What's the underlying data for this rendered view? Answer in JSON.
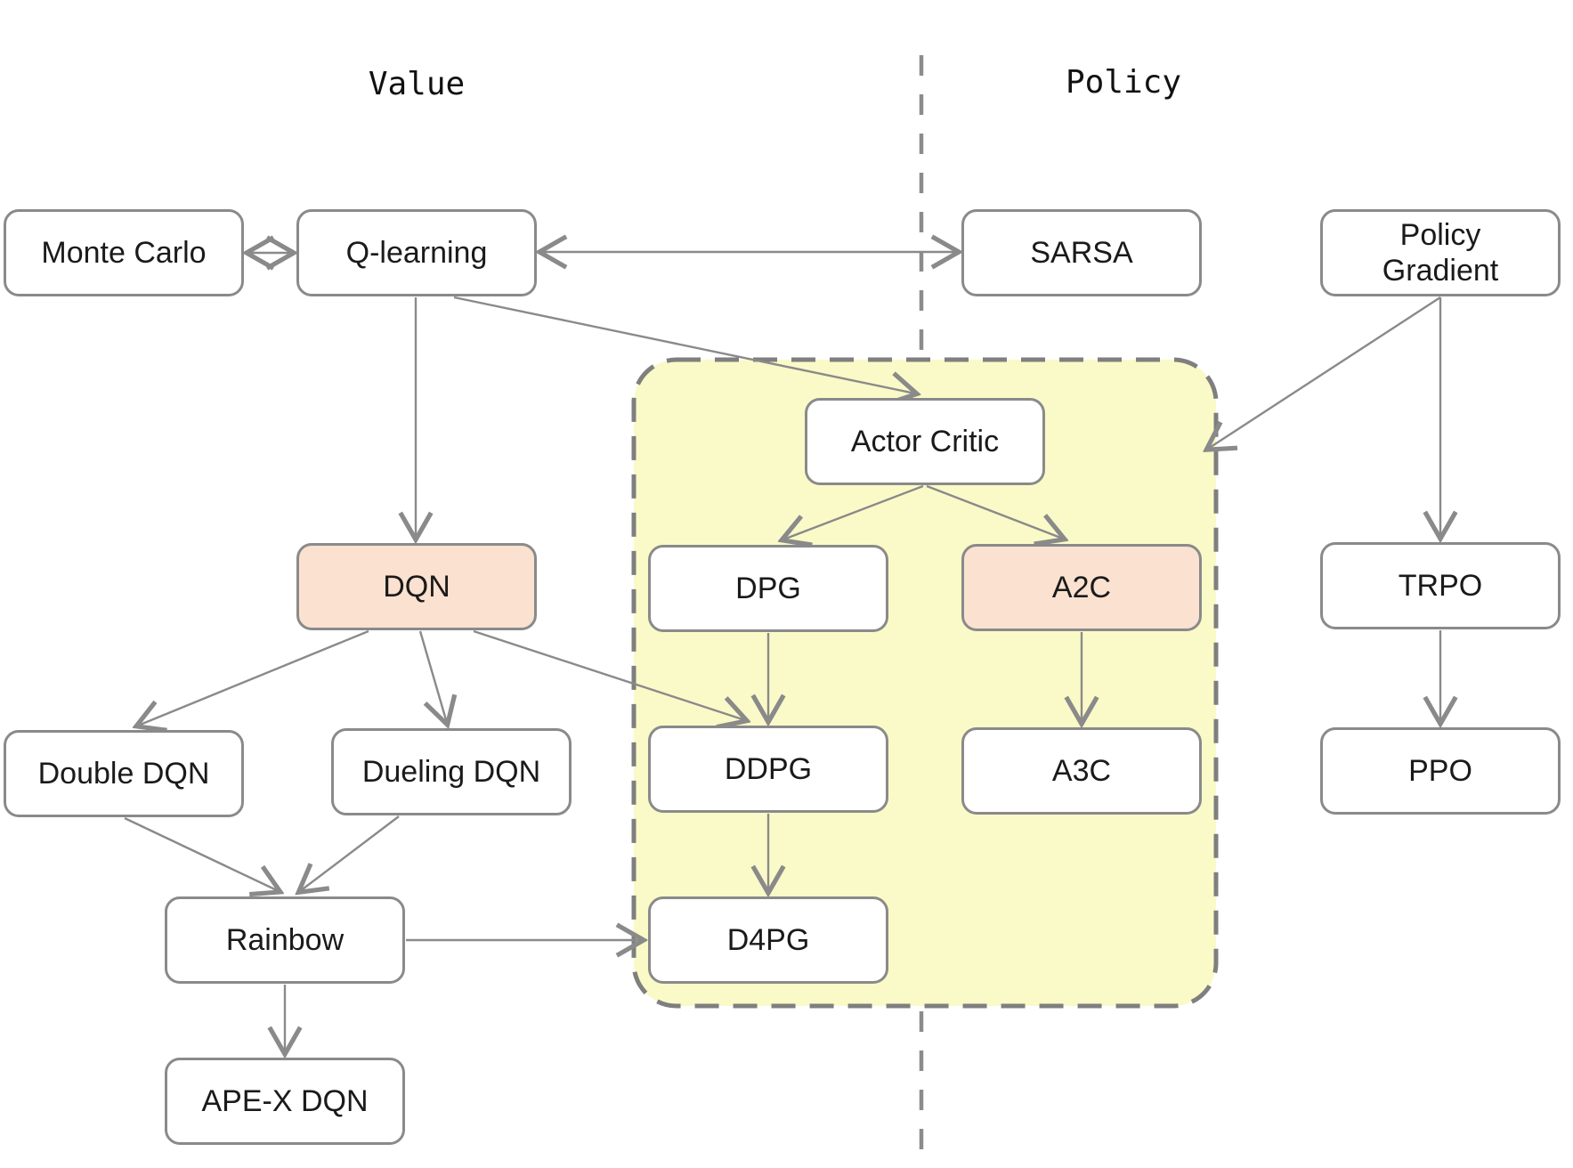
{
  "diagram": {
    "section_headers": {
      "left": "Value",
      "right": "Policy"
    },
    "nodes": {
      "monte_carlo": {
        "label": "Monte Carlo",
        "highlighted": false,
        "section": "value"
      },
      "q_learning": {
        "label": "Q-learning",
        "highlighted": false,
        "section": "value"
      },
      "sarsa": {
        "label": "SARSA",
        "highlighted": false,
        "section": "policy"
      },
      "policy_gradient": {
        "label": "Policy Gradient",
        "highlighted": false,
        "section": "policy"
      },
      "actor_critic": {
        "label": "Actor Critic",
        "highlighted": false,
        "section": "actor-critic-group"
      },
      "dqn": {
        "label": "DQN",
        "highlighted": true,
        "section": "value"
      },
      "dpg": {
        "label": "DPG",
        "highlighted": false,
        "section": "actor-critic-group"
      },
      "a2c": {
        "label": "A2C",
        "highlighted": true,
        "section": "actor-critic-group"
      },
      "trpo": {
        "label": "TRPO",
        "highlighted": false,
        "section": "policy"
      },
      "double_dqn": {
        "label": "Double DQN",
        "highlighted": false,
        "section": "value"
      },
      "dueling_dqn": {
        "label": "Dueling DQN",
        "highlighted": false,
        "section": "value"
      },
      "ddpg": {
        "label": "DDPG",
        "highlighted": false,
        "section": "actor-critic-group"
      },
      "a3c": {
        "label": "A3C",
        "highlighted": false,
        "section": "actor-critic-group"
      },
      "ppo": {
        "label": "PPO",
        "highlighted": false,
        "section": "policy"
      },
      "rainbow": {
        "label": "Rainbow",
        "highlighted": false,
        "section": "value"
      },
      "d4pg": {
        "label": "D4PG",
        "highlighted": false,
        "section": "actor-critic-group"
      },
      "apex_dqn": {
        "label": "APE-X DQN",
        "highlighted": false,
        "section": "value"
      }
    },
    "colors": {
      "node_border": "#8a8a8a",
      "edge": "#8a8a8a",
      "highlight_fill": "#fae1d0",
      "group_fill": "#fafac8",
      "group_border": "#7f7f7f",
      "divider": "#8c8c8c"
    }
  }
}
